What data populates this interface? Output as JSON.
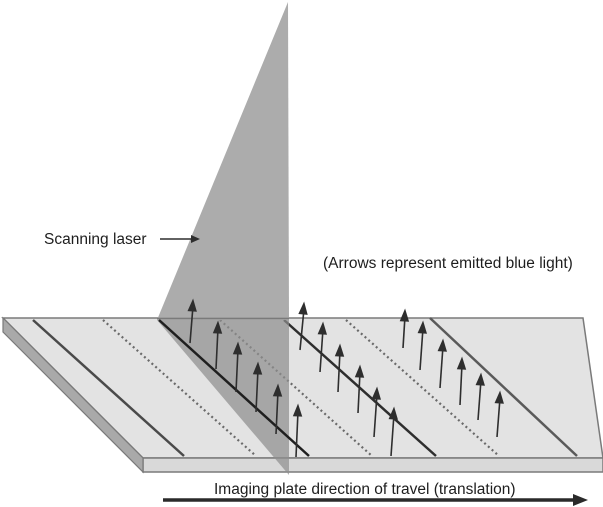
{
  "diagram": {
    "title": "Imaging plate laser scanning",
    "labels": {
      "scanning_laser": "Scanning laser",
      "arrows_note": "(Arrows represent emitted blue light)",
      "direction": "Imaging plate direction of travel (translation)"
    },
    "colors": {
      "plate_top": "#e3e3e3",
      "plate_front": "#d9d9d9",
      "plate_side": "#a9a9a9",
      "plate_edge": "#7a7a7a",
      "laser": "#a8a8a8",
      "lines": "#3a3a3a",
      "dotted": "#6a6a6a",
      "arrows": "#2e2e2e"
    },
    "components": [
      "Scanning laser plane",
      "Imaging plate",
      "Emitted light arrows",
      "Direction-of-travel arrow"
    ]
  }
}
